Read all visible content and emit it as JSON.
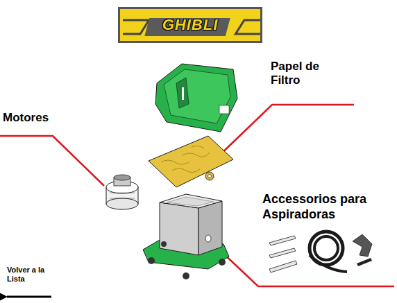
{
  "diagram": {
    "nodes": [
      {
        "text": [
          "GHIBLI"
        ]
      }
    ],
    "labels": [
      "Papel de Filtro",
      "Motores",
      "Accessorios para Aspiradoras",
      "Volver a la Lista"
    ]
  }
}
